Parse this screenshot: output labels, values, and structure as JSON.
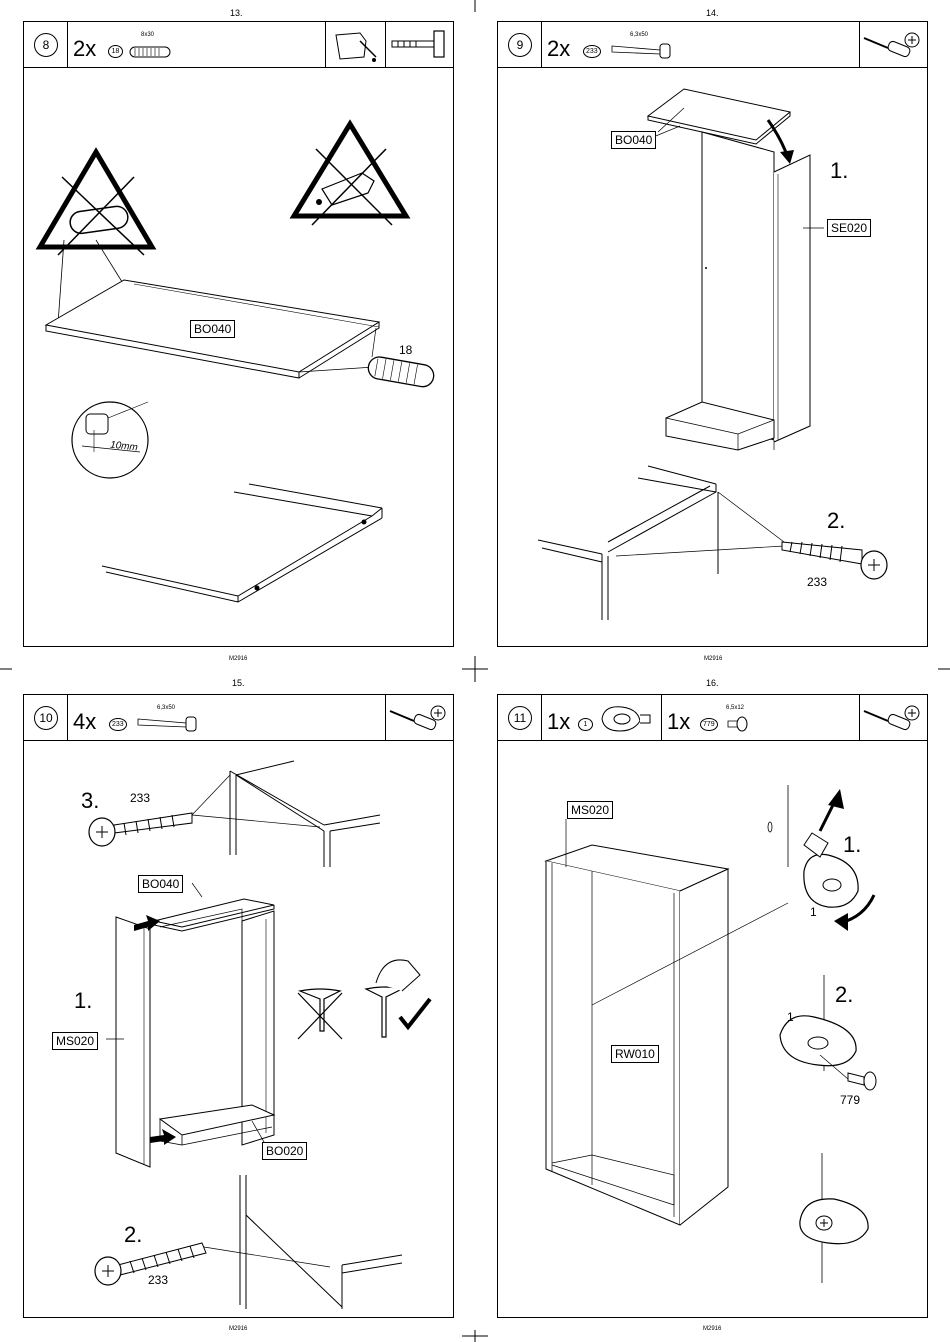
{
  "pages": [
    {
      "page_number": "13.",
      "footer_code": "M2916",
      "step": "8",
      "parts": [
        {
          "qty": "2x",
          "id": "18",
          "dim": "8x30"
        }
      ],
      "tools": [
        "glue-icon",
        "hammer-icon"
      ],
      "labels": {
        "panel": "BO040",
        "dowel_id": "18",
        "depth": "10mm"
      }
    },
    {
      "page_number": "14.",
      "footer_code": "M2916",
      "step": "9",
      "parts": [
        {
          "qty": "2x",
          "id": "233",
          "dim": "6,3x50"
        }
      ],
      "tools": [
        "screwdriver-icon",
        "pozi-bit-icon"
      ],
      "labels": {
        "top": "BO040",
        "side": "SE020",
        "step1": "1.",
        "step2": "2.",
        "screw_id": "233"
      }
    },
    {
      "page_number": "15.",
      "footer_code": "M2916",
      "step": "10",
      "parts": [
        {
          "qty": "4x",
          "id": "233",
          "dim": "6,3x50"
        }
      ],
      "tools": [
        "screwdriver-icon",
        "pozi-bit-icon"
      ],
      "labels": {
        "step3": "3.",
        "screw_id_top": "233",
        "top": "BO040",
        "step1": "1.",
        "side": "MS020",
        "bottom": "BO020",
        "step2": "2.",
        "screw_id_bottom": "233"
      }
    },
    {
      "page_number": "16.",
      "footer_code": "M2916",
      "step": "11",
      "parts": [
        {
          "qty": "1x",
          "id": "1",
          "dim": ""
        },
        {
          "qty": "1x",
          "id": "779",
          "dim": "6,5x12"
        }
      ],
      "tools": [
        "screwdriver-icon",
        "pozi-bit-icon"
      ],
      "labels": {
        "side": "MS020",
        "back": "RW010",
        "step1": "1.",
        "bracket_id_a": "1",
        "step2": "2.",
        "bracket_id_b": "1",
        "screw_id": "779"
      }
    }
  ]
}
